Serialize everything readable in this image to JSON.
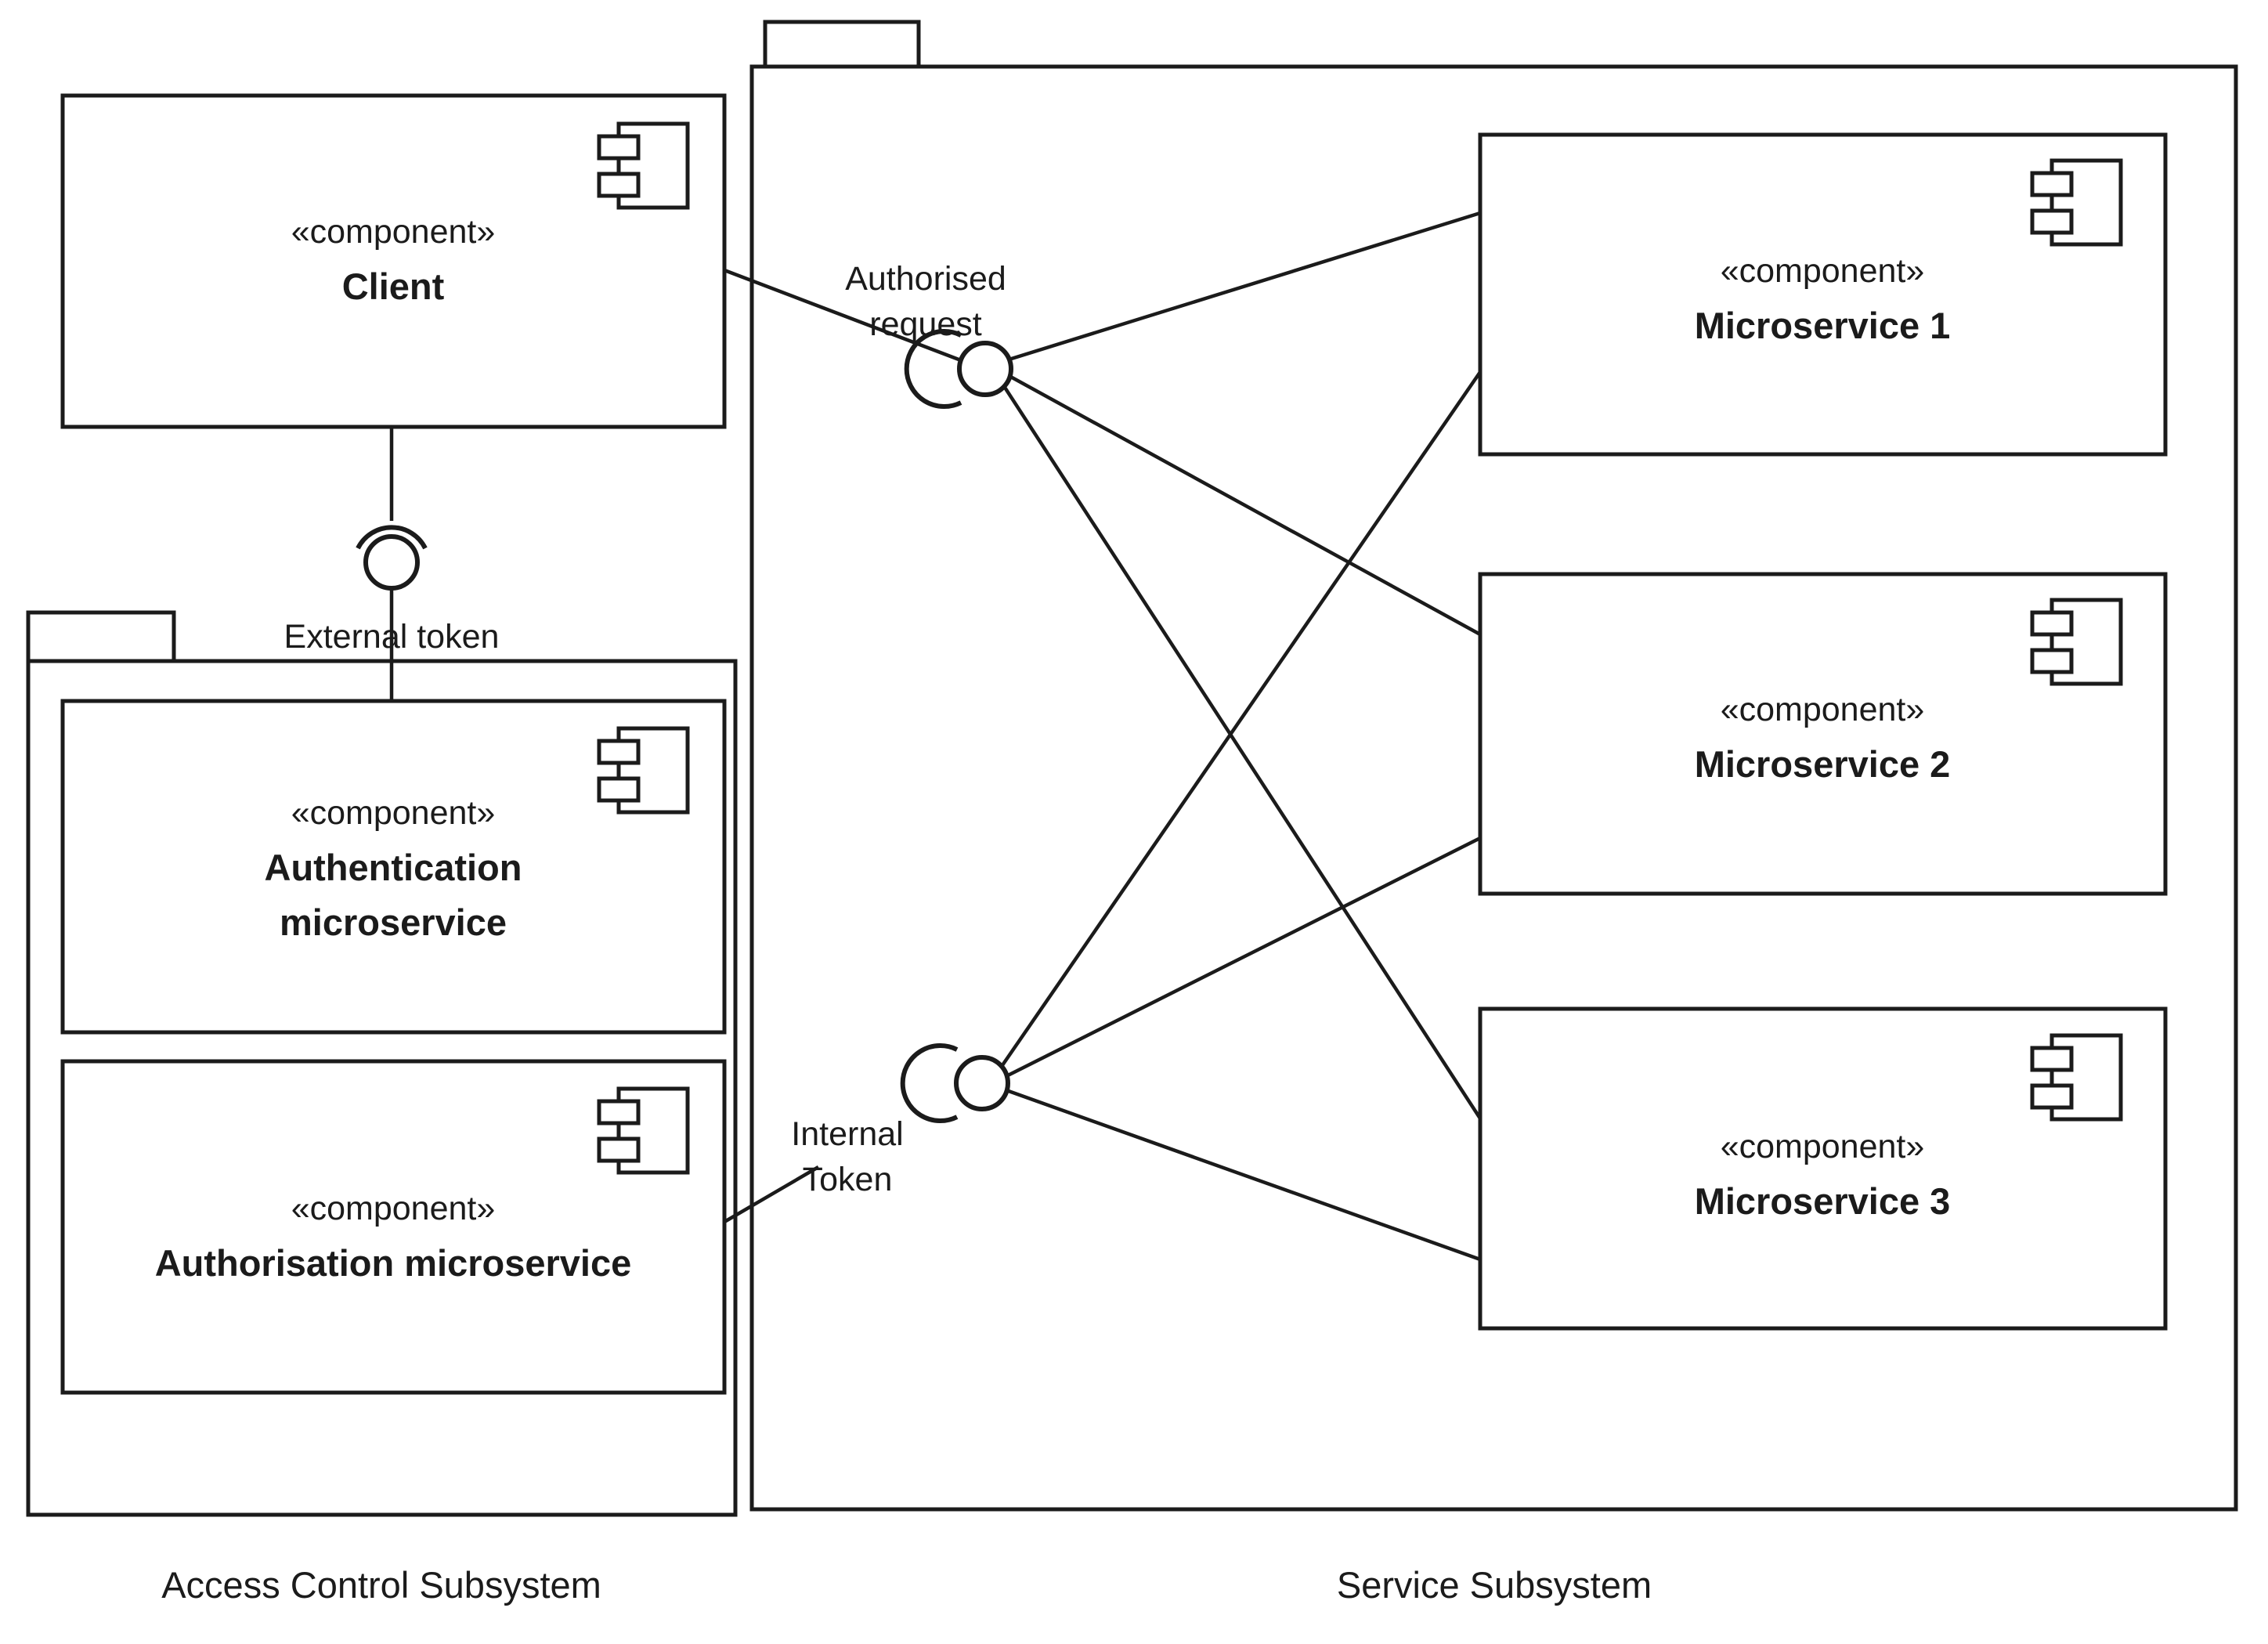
{
  "diagram": {
    "title": "UML Component Diagram",
    "stereotype_label": "«component»",
    "line_color": "#1b1b1b",
    "background_color": "#ffffff"
  },
  "packages": [
    {
      "id": "access-control",
      "label": "Access Control Subsystem",
      "icon": "package-tab-icon"
    },
    {
      "id": "service",
      "label": "Service Subsystem",
      "icon": "package-tab-icon"
    }
  ],
  "components": [
    {
      "id": "client",
      "stereotype": "«component»",
      "name": "Client",
      "name_line_2": "",
      "icon": "component-icon",
      "parent": null
    },
    {
      "id": "authentication",
      "stereotype": "«component»",
      "name": "Authentication",
      "name_line_2": "microservice",
      "icon": "component-icon",
      "parent": "access-control"
    },
    {
      "id": "authorisation",
      "stereotype": "«component»",
      "name": "Authorisation microservice",
      "name_line_2": "",
      "icon": "component-icon",
      "parent": "access-control"
    },
    {
      "id": "microservice-1",
      "stereotype": "«component»",
      "name": "Microservice 1",
      "name_line_2": "",
      "icon": "component-icon",
      "parent": "service"
    },
    {
      "id": "microservice-2",
      "stereotype": "«component»",
      "name": "Microservice 2",
      "name_line_2": "",
      "icon": "component-icon",
      "parent": "service"
    },
    {
      "id": "microservice-3",
      "stereotype": "«component»",
      "name": "Microservice 3",
      "name_line_2": "",
      "icon": "component-icon",
      "parent": "service"
    }
  ],
  "interfaces": [
    {
      "id": "authorised-request",
      "label_line_1": "Authorised",
      "label_line_2": "request",
      "icon": "ball-and-socket-icon",
      "provided_by": "client",
      "required_by": [
        "microservice-1",
        "microservice-2",
        "microservice-3"
      ]
    },
    {
      "id": "external-token",
      "label_line_1": "External token",
      "label_line_2": "",
      "icon": "ball-and-socket-icon",
      "provided_by": "authentication",
      "required_by": [
        "client"
      ]
    },
    {
      "id": "internal-token",
      "label_line_1": "Internal",
      "label_line_2": "Token",
      "icon": "ball-and-socket-icon",
      "provided_by": "authorisation",
      "required_by": [
        "microservice-1",
        "microservice-2",
        "microservice-3"
      ]
    }
  ]
}
